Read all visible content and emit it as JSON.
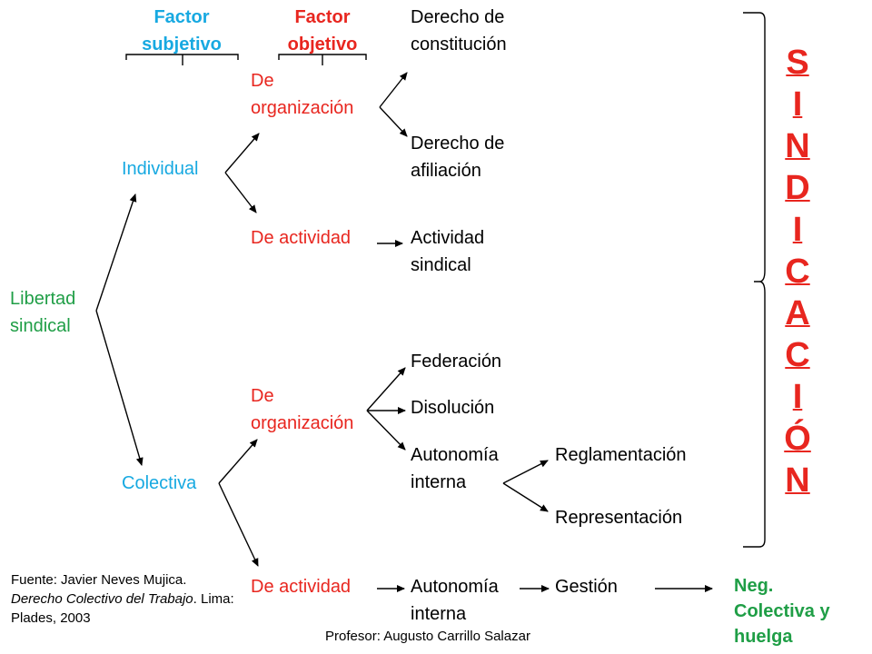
{
  "header": {
    "factor_subjetivo": "Factor\nsubjetivo",
    "factor_objetivo": "Factor\nobjetivo"
  },
  "nodes": {
    "libertad": "Libertad\nsindical",
    "individual": "Individual",
    "colectiva": "Colectiva",
    "ind_organizacion": "De\norganización",
    "ind_actividad": "De actividad",
    "col_organizacion": "De\norganización",
    "col_actividad": "De actividad",
    "derecho_constitucion": "Derecho de\nconstitución",
    "derecho_afiliacion": "Derecho de\nafiliación",
    "actividad_sindical": "Actividad\nsindical",
    "federacion": "Federación",
    "disolucion": "Disolución",
    "autonomia_interna_1": "Autonomía\ninterna",
    "autonomia_interna_2": "Autonomía\ninterna",
    "reglamentacion": "Reglamentación",
    "representacion": "Representación",
    "gestion": "Gestión",
    "neg_colectiva": "Neg.\nColectiva y\nhuelga"
  },
  "sindicacion_letters": [
    "S",
    "I",
    "N",
    "D",
    "I",
    "C",
    "A",
    "C",
    "I",
    "Ó",
    "N"
  ],
  "source": {
    "line1": "Fuente: Javier Neves Mujica.",
    "line2_italic": "Derecho Colectivo del Trabajo",
    "line2_rest": ". Lima: Plades, 2003"
  },
  "footer": "Profesor: Augusto Carrillo Salazar",
  "colors": {
    "blue": "#17a9e1",
    "red": "#e8261f",
    "green": "#1f9e46"
  }
}
